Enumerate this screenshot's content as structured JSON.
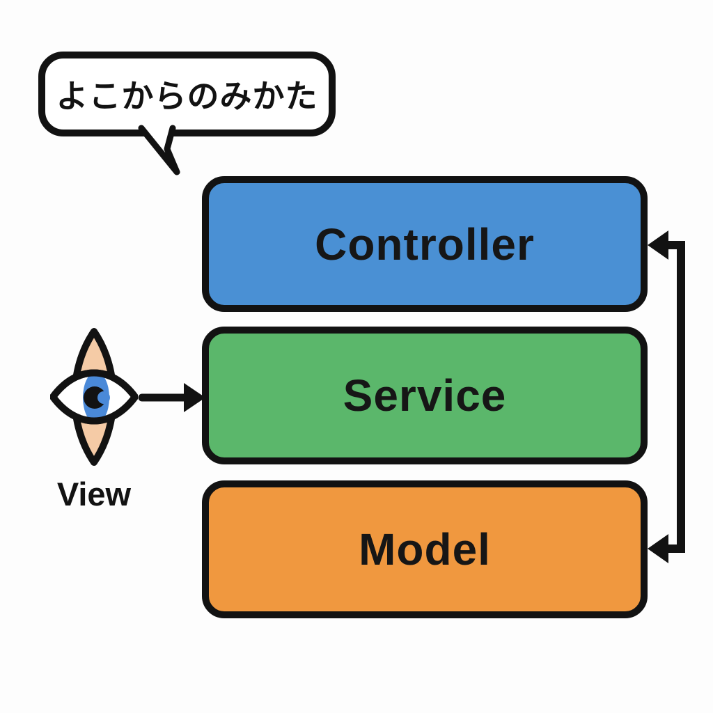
{
  "bubble": {
    "text": "よこからのみかた"
  },
  "boxes": [
    {
      "label": "Controller",
      "color": "#4a90d4"
    },
    {
      "label": "Service",
      "color": "#5bb76b"
    },
    {
      "label": "Model",
      "color": "#f0983f"
    }
  ],
  "view": {
    "label": "View"
  },
  "icons": {
    "eye": "eye-icon",
    "view_arrow": "arrow-right-icon",
    "connector_arrows": "arrow-left-icon"
  },
  "colors": {
    "ink": "#121212",
    "background": "#fdfdfd",
    "bubble_fill": "#ffffff",
    "eye_iris": "#4a89d8",
    "eye_lid_peach": "#f5cba6",
    "controller_blue": "#4a90d4",
    "service_green": "#5bb76b",
    "model_orange": "#f0983f"
  }
}
